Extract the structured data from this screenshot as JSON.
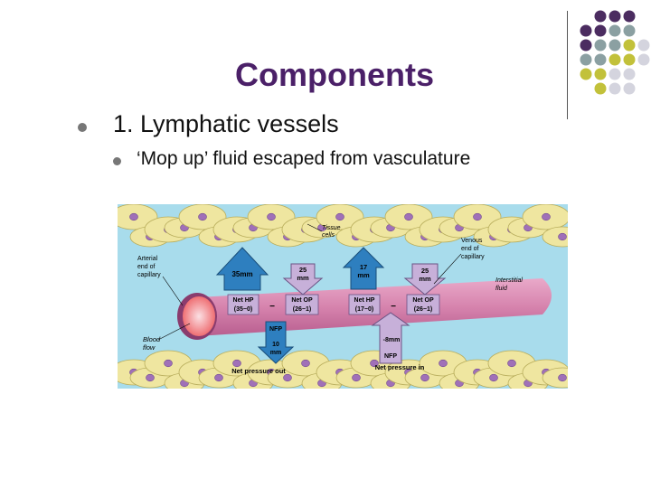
{
  "slide": {
    "title": "Components",
    "bullet_1": "1. Lymphatic vessels",
    "bullet_2": "‘Mop up’ fluid escaped from vasculature"
  },
  "diagram": {
    "tissue_cells": [
      "Tissue",
      "cells"
    ],
    "venous_end": [
      "Venous",
      "end of",
      "capillary"
    ],
    "arterial_end": [
      "Arterial",
      "end of",
      "capillary"
    ],
    "interstitial": [
      "Interstitial",
      "fluid"
    ],
    "blood_flow": [
      "Blood",
      "flow"
    ],
    "arrow_35": "35mm",
    "arrow_25a": [
      "25",
      "mm"
    ],
    "arrow_17": [
      "17",
      "mm"
    ],
    "arrow_25b": [
      "25",
      "mm"
    ],
    "net_hp_1": [
      "Net HP",
      "(35−0)"
    ],
    "net_op_1": [
      "Net OP",
      "(26−1)"
    ],
    "net_hp_2": [
      "Net HP",
      "(17−0)"
    ],
    "net_op_2": [
      "Net OP",
      "(26−1)"
    ],
    "minus": "−",
    "nfp_out": [
      "NFP",
      "10",
      "mm"
    ],
    "nfp_in": [
      "-8mm",
      "NFP"
    ],
    "net_out": "Net pressure out",
    "net_in": "Net pressure in"
  },
  "colors": {
    "title": "#4b2068",
    "dot_purple": "#4b2c60",
    "dot_gray": "#8ba0a2",
    "dot_olive": "#c2c13a",
    "dot_light": "#d4d4de",
    "interstitial_bg": "#a8dcec",
    "capillary": "#d17fa9",
    "cell_fill": "#efe6a0",
    "nucleus": "#a070b8",
    "arrow_blue": "#2e7fbf",
    "box_lilac": "#c7b0d9"
  }
}
